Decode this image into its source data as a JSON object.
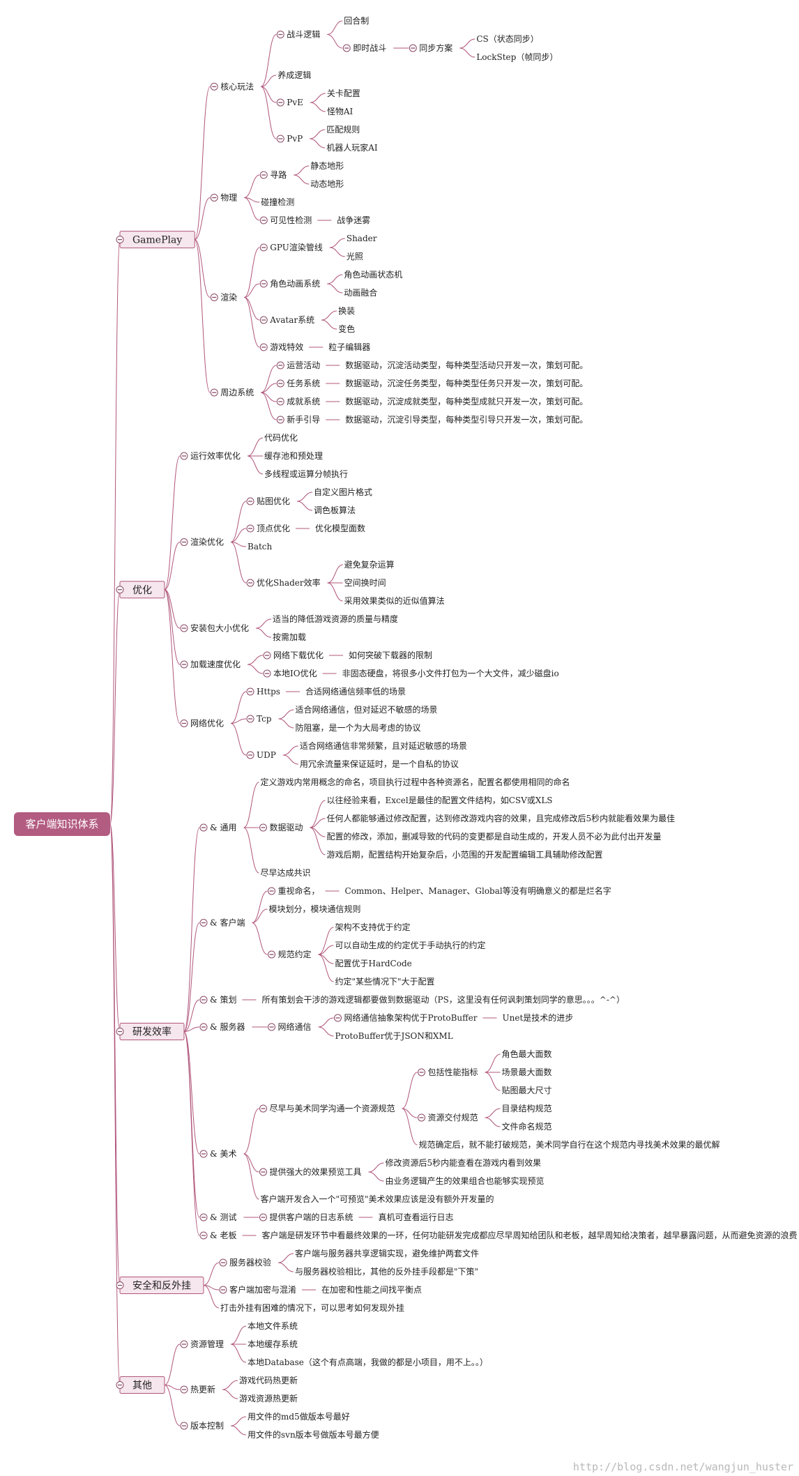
{
  "root": "客户端知识体系",
  "watermark": "http://blog.csdn.net/wangjun_huster",
  "colors": {
    "root_fill": "#b35c82",
    "branch_fill": "#f6e6ed",
    "branch_stroke": "#b0557a",
    "link": "#b0557a",
    "text": "#222222"
  },
  "tree": [
    {
      "label": "GamePlay",
      "children": [
        {
          "label": "核心玩法",
          "children": [
            {
              "label": "战斗逻辑",
              "children": [
                {
                  "label": "回合制"
                },
                {
                  "label": "即时战斗",
                  "children": [
                    {
                      "label": "同步方案",
                      "children": [
                        {
                          "label": "CS（状态同步）"
                        },
                        {
                          "label": "LockStep（帧同步）"
                        }
                      ]
                    }
                  ]
                }
              ]
            },
            {
              "label": "养成逻辑"
            },
            {
              "label": "PvE",
              "children": [
                {
                  "label": "关卡配置"
                },
                {
                  "label": "怪物AI"
                }
              ]
            },
            {
              "label": "PvP",
              "children": [
                {
                  "label": "匹配规则"
                },
                {
                  "label": "机器人玩家AI"
                }
              ]
            }
          ]
        },
        {
          "label": "物理",
          "children": [
            {
              "label": "寻路",
              "children": [
                {
                  "label": "静态地形"
                },
                {
                  "label": "动态地形"
                }
              ]
            },
            {
              "label": "碰撞检测"
            },
            {
              "label": "可见性检测",
              "children": [
                {
                  "label": "战争迷雾"
                }
              ]
            }
          ]
        },
        {
          "label": "渲染",
          "children": [
            {
              "label": "GPU渲染管线",
              "children": [
                {
                  "label": "Shader"
                },
                {
                  "label": "光照"
                }
              ]
            },
            {
              "label": "角色动画系统",
              "children": [
                {
                  "label": "角色动画状态机"
                },
                {
                  "label": "动画融合"
                }
              ]
            },
            {
              "label": "Avatar系统",
              "children": [
                {
                  "label": "换装"
                },
                {
                  "label": "变色"
                }
              ]
            },
            {
              "label": "游戏特效",
              "children": [
                {
                  "label": "粒子编辑器"
                }
              ]
            }
          ]
        },
        {
          "label": "周边系统",
          "children": [
            {
              "label": "运营活动",
              "children": [
                {
                  "label": "数据驱动，沉淀活动类型，每种类型活动只开发一次，策划可配。"
                }
              ]
            },
            {
              "label": "任务系统",
              "children": [
                {
                  "label": "数据驱动，沉淀任务类型，每种类型任务只开发一次，策划可配。"
                }
              ]
            },
            {
              "label": "成就系统",
              "children": [
                {
                  "label": "数据驱动，沉淀成就类型，每种类型成就只开发一次，策划可配。"
                }
              ]
            },
            {
              "label": "新手引导",
              "children": [
                {
                  "label": "数据驱动，沉淀引导类型，每种类型引导只开发一次，策划可配。"
                }
              ]
            }
          ]
        }
      ]
    },
    {
      "label": "优化",
      "children": [
        {
          "label": "运行效率优化",
          "children": [
            {
              "label": "代码优化"
            },
            {
              "label": "缓存池和预处理"
            },
            {
              "label": "多线程或运算分帧执行"
            }
          ]
        },
        {
          "label": "渲染优化",
          "children": [
            {
              "label": "贴图优化",
              "children": [
                {
                  "label": "自定义图片格式"
                },
                {
                  "label": "调色板算法"
                }
              ]
            },
            {
              "label": "顶点优化",
              "children": [
                {
                  "label": "优化模型面数"
                }
              ]
            },
            {
              "label": "Batch"
            },
            {
              "label": "优化Shader效率",
              "children": [
                {
                  "label": "避免复杂运算"
                },
                {
                  "label": "空间换时间"
                },
                {
                  "label": "采用效果类似的近似值算法"
                }
              ]
            }
          ]
        },
        {
          "label": "安装包大小优化",
          "children": [
            {
              "label": "适当的降低游戏资源的质量与精度"
            },
            {
              "label": "按需加载"
            }
          ]
        },
        {
          "label": "加载速度优化",
          "children": [
            {
              "label": "网络下载优化",
              "children": [
                {
                  "label": "如何突破下载器的限制"
                }
              ]
            },
            {
              "label": "本地IO优化",
              "children": [
                {
                  "label": "非固态硬盘，将很多小文件打包为一个大文件，减少磁盘io"
                }
              ]
            }
          ]
        },
        {
          "label": "网络优化",
          "children": [
            {
              "label": "Https",
              "children": [
                {
                  "label": "合适网络通信频率低的场景"
                }
              ]
            },
            {
              "label": "Tcp",
              "children": [
                {
                  "label": "适合网络通信，但对延迟不敏感的场景"
                },
                {
                  "label": "防阻塞，是一个为大局考虑的协议"
                }
              ]
            },
            {
              "label": "UDP",
              "children": [
                {
                  "label": "适合网络通信非常频繁，且对延迟敏感的场景"
                },
                {
                  "label": "用冗余流量来保证延时，是一个自私的协议"
                }
              ]
            }
          ]
        }
      ]
    },
    {
      "label": "研发效率",
      "children": [
        {
          "label": "& 通用",
          "children": [
            {
              "label": "定义游戏内常用概念的命名，项目执行过程中各种资源名，配置名都使用相同的命名"
            },
            {
              "label": "数据驱动",
              "children": [
                {
                  "label": "以往经验来看，Excel是最佳的配置文件结构，如CSV或XLS"
                },
                {
                  "label": "任何人都能够通过修改配置，达到修改游戏内容的效果，且完成修改后5秒内就能看效果为最佳"
                },
                {
                  "label": "配置的修改，添加，删减导致的代码的变更都是自动生成的，开发人员不必为此付出开发量"
                },
                {
                  "label": "游戏后期，配置结构开始复杂后，小范围的开发配置编辑工具辅助修改配置"
                }
              ]
            },
            {
              "label": "尽早达成共识"
            }
          ]
        },
        {
          "label": "& 客户端",
          "children": [
            {
              "label": "重视命名，",
              "children": [
                {
                  "label": "Common、Helper、Manager、Global等没有明确意义的都是烂名字"
                }
              ]
            },
            {
              "label": "模块划分，模块通信规则"
            },
            {
              "label": "规范约定",
              "children": [
                {
                  "label": "架构不支持优于约定"
                },
                {
                  "label": "可以自动生成的约定优于手动执行的约定"
                },
                {
                  "label": "配置优于HardCode"
                },
                {
                  "label": "约定\"某些情况下\"大于配置"
                }
              ]
            }
          ]
        },
        {
          "label": "& 策划",
          "children": [
            {
              "label": "所有策划会干涉的游戏逻辑都要做到数据驱动（PS，这里没有任何讽刺策划同学的意思。。。^-^）"
            }
          ]
        },
        {
          "label": "& 服务器",
          "children": [
            {
              "label": "网络通信",
              "children": [
                {
                  "label": "网络通信抽象架构优于ProtoBuffer",
                  "children": [
                    {
                      "label": "Unet是技术的进步"
                    }
                  ]
                },
                {
                  "label": "ProtoBuffer优于JSON和XML"
                }
              ]
            }
          ]
        },
        {
          "label": "& 美术",
          "children": [
            {
              "label": "尽早与美术同学沟通一个资源规范",
              "children": [
                {
                  "label": "包括性能指标",
                  "children": [
                    {
                      "label": "角色最大面数"
                    },
                    {
                      "label": "场景最大面数"
                    },
                    {
                      "label": "贴图最大尺寸"
                    }
                  ]
                },
                {
                  "label": "资源交付规范",
                  "children": [
                    {
                      "label": "目录结构规范"
                    },
                    {
                      "label": "文件命名规范"
                    }
                  ]
                },
                {
                  "label": "规范确定后，就不能打破规范，美术同学自行在这个规范内寻找美术效果的最优解"
                }
              ]
            },
            {
              "label": "提供强大的效果预览工具",
              "children": [
                {
                  "label": "修改资源后5秒内能查看在游戏内看到效果"
                },
                {
                  "label": "由业务逻辑产生的效果组合也能够实现预览"
                }
              ]
            },
            {
              "label": "客户端开发合入一个\"可预览\"美术效果应该是没有额外开发量的"
            }
          ]
        },
        {
          "label": "& 测试",
          "children": [
            {
              "label": "提供客户端的日志系统",
              "children": [
                {
                  "label": "真机可查看运行日志"
                }
              ]
            }
          ]
        },
        {
          "label": "& 老板",
          "children": [
            {
              "label": "客户端是研发环节中看最终效果的一环，任何功能研发完成都应尽早周知给团队和老板，越早周知给决策者，越早暴露问题，从而避免资源的浪费"
            }
          ]
        }
      ]
    },
    {
      "label": "安全和反外挂",
      "children": [
        {
          "label": "服务器校验",
          "children": [
            {
              "label": "客户端与服务器共享逻辑实现，避免维护两套文件"
            },
            {
              "label": "与服务器校验相比，其他的反外挂手段都是\"下策\""
            }
          ]
        },
        {
          "label": "客户端加密与混淆",
          "children": [
            {
              "label": "在加密和性能之间找平衡点"
            }
          ]
        },
        {
          "label": "打击外挂有困难的情况下，可以思考如何发现外挂"
        }
      ]
    },
    {
      "label": "其他",
      "children": [
        {
          "label": "资源管理",
          "children": [
            {
              "label": "本地文件系统"
            },
            {
              "label": "本地缓存系统"
            },
            {
              "label": "本地Database（这个有点高端，我做的都是小项目，用不上。。）"
            }
          ]
        },
        {
          "label": "热更新",
          "children": [
            {
              "label": "游戏代码热更新"
            },
            {
              "label": "游戏资源热更新"
            }
          ]
        },
        {
          "label": "版本控制",
          "children": [
            {
              "label": "用文件的md5做版本号最好"
            },
            {
              "label": "用文件的svn版本号做版本号最方便"
            }
          ]
        }
      ]
    }
  ]
}
